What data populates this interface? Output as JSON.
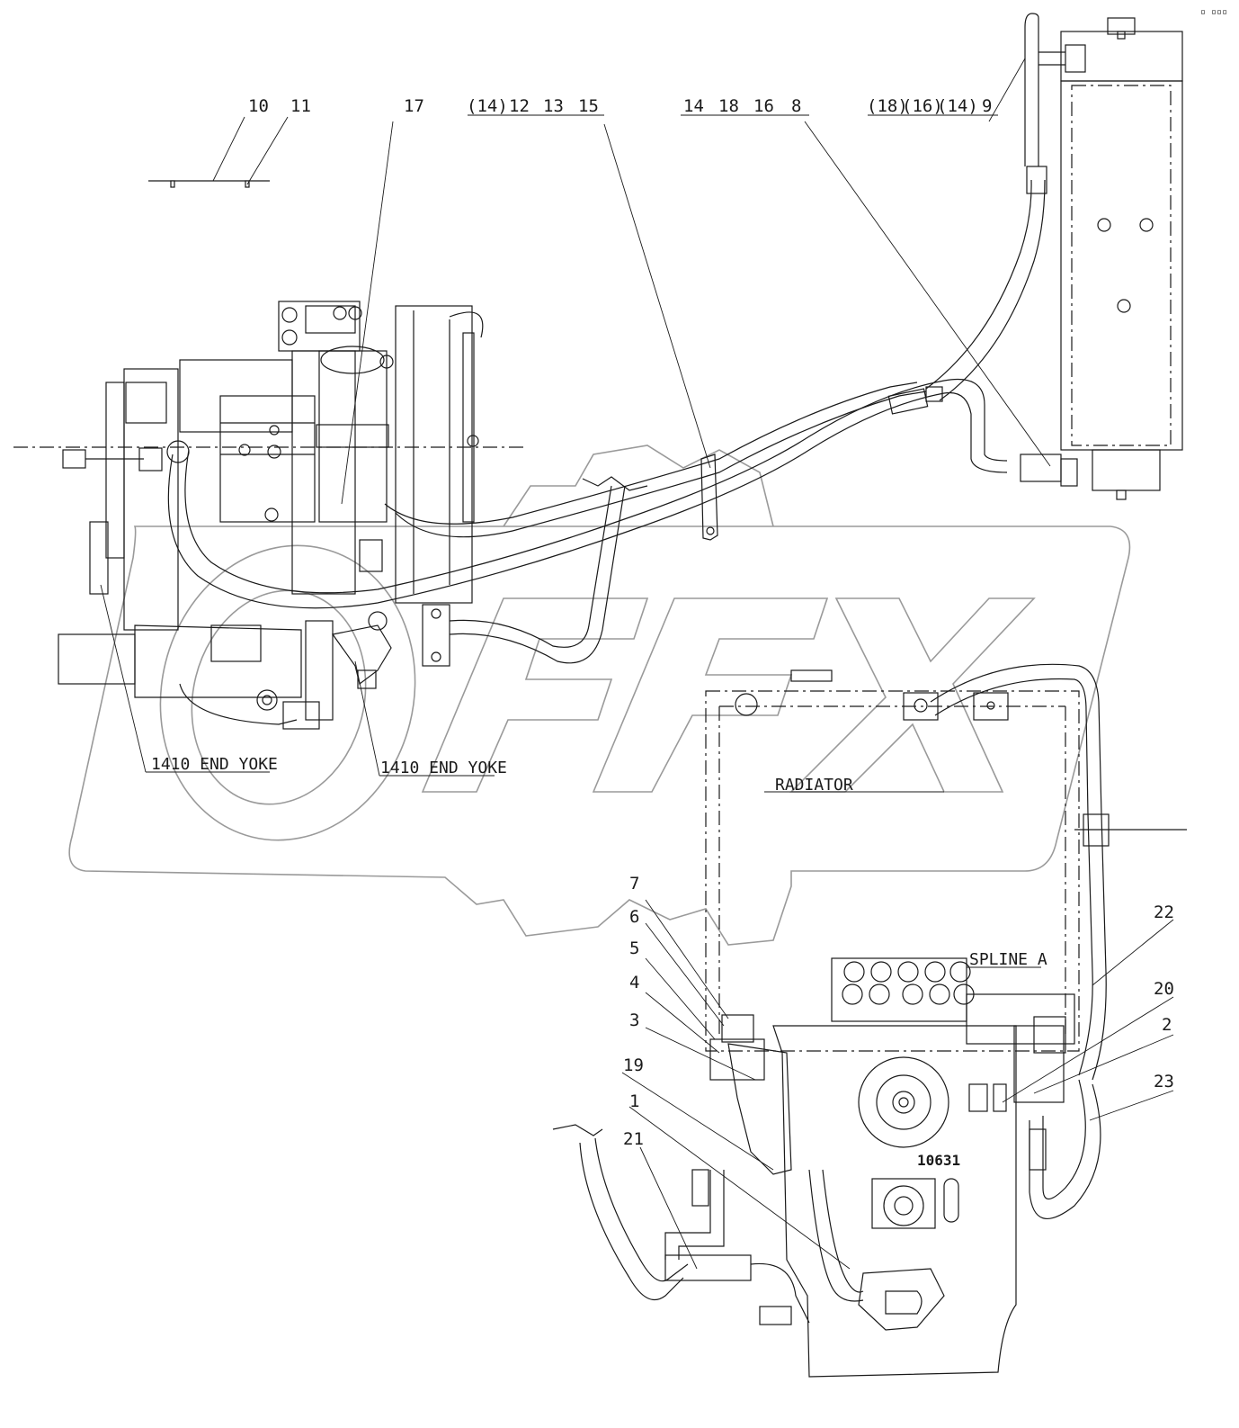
{
  "corner_mark": "▫ ▫▫▫",
  "callouts_top": {
    "c10": "10",
    "c11": "11",
    "c17": "17",
    "c14p": "(14)",
    "c12": "12",
    "c13": "13",
    "c15": "15",
    "c14": "14",
    "c18": "18",
    "c16": "16",
    "c8": "8",
    "c18p": "(18)",
    "c16p": "(16)",
    "c14p2": "(14)",
    "c9": "9"
  },
  "callouts_bottom": {
    "c7": "7",
    "c6": "6",
    "c5": "5",
    "c4": "4",
    "c3": "3",
    "c19": "19",
    "c1": "1",
    "c21": "21",
    "c22": "22",
    "c20": "20",
    "c2": "2",
    "c23": "23"
  },
  "labels": {
    "end_yoke_left": "1410 END YOKE",
    "end_yoke_right": "1410 END YOKE",
    "radiator": "RADIATOR",
    "spline": "SPLINE A",
    "part_stamp": "10631"
  }
}
